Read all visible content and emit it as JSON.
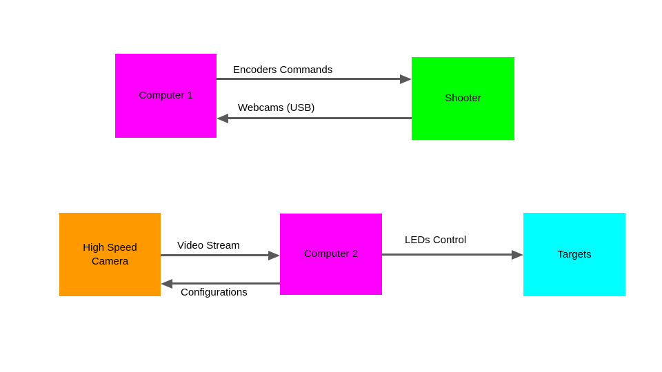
{
  "diagram": {
    "background_color": "#ffffff",
    "text_color": "#000000",
    "arrow_color": "#595959",
    "nodes": [
      {
        "id": "computer-1",
        "label": "Computer 1",
        "color": "#ff00ff"
      },
      {
        "id": "shooter",
        "label": "Shooter",
        "color": "#00ff00"
      },
      {
        "id": "high-speed-camera",
        "label": "High Speed Camera",
        "color": "#ff9900"
      },
      {
        "id": "computer-2",
        "label": "Computer 2",
        "color": "#ff00ff"
      },
      {
        "id": "targets",
        "label": "Targets",
        "color": "#00ffff"
      }
    ],
    "edges": [
      {
        "label": "Encoders Commands",
        "from": "computer-1",
        "to": "shooter",
        "direction": "right"
      },
      {
        "label": "Webcams (USB)",
        "from": "shooter",
        "to": "computer-1",
        "direction": "left"
      },
      {
        "label": "Video Stream",
        "from": "high-speed-camera",
        "to": "computer-2",
        "direction": "right"
      },
      {
        "label": "Configurations",
        "from": "computer-2",
        "to": "high-speed-camera",
        "direction": "left"
      },
      {
        "label": "LEDs Control",
        "from": "computer-2",
        "to": "targets",
        "direction": "right"
      }
    ]
  }
}
